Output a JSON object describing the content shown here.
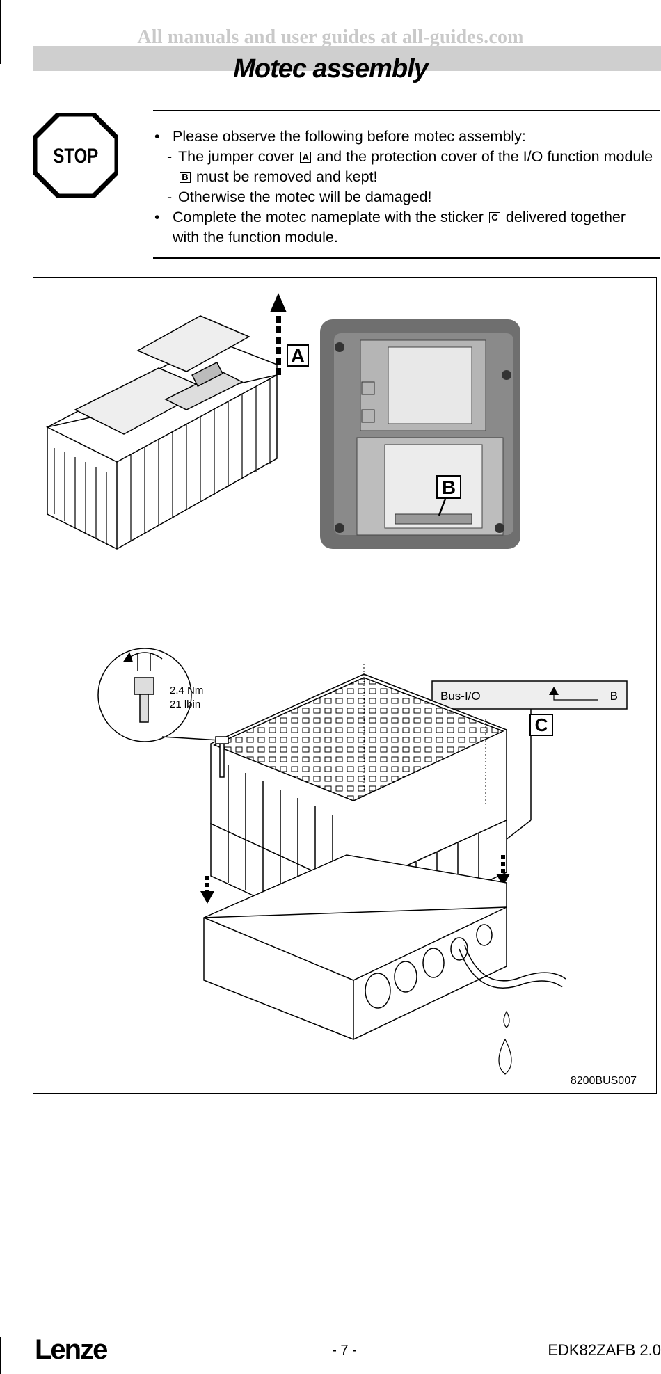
{
  "watermark": "All manuals and user guides at all-guides.com",
  "title": "Motec assembly",
  "stop_sign_label": "STOP",
  "instructions": {
    "intro": "Please observe the following before motec assembly:",
    "dash1_a": "The jumper cover",
    "dash1_b": "and the protection cover of the I/O function module",
    "dash1_c": "must be removed and kept!",
    "dash2": "Otherwise the motec will be damaged!",
    "bullet2_a": "Complete the motec nameplate with the sticker",
    "bullet2_b": "delivered together with the function module."
  },
  "labels": {
    "a": "A",
    "b": "B",
    "c": "C"
  },
  "figure": {
    "torque_nm": "2.4 Nm",
    "torque_lbin": "21 lbin",
    "sticker_text": "Bus-I/O",
    "sticker_letter": "B",
    "code": "8200BUS007"
  },
  "footer": {
    "logo": "Lenze",
    "page": "- 7 -",
    "doc": "EDK82ZAFB 2.0"
  }
}
